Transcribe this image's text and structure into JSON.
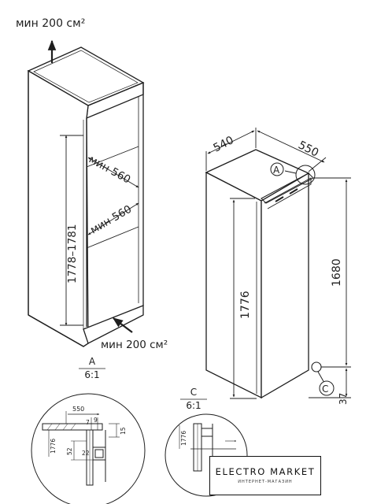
{
  "labels": {
    "top_air": "мин 200 см²",
    "bottom_air": "мин 200 см²",
    "niche_height": "1778–1781",
    "min_depth_1": "мин 560",
    "min_depth_2": "мин 560",
    "width": "540",
    "depth": "550",
    "height": "1776",
    "door_height": "1680",
    "bottom_offset": "37",
    "callout_a": "A",
    "callout_c": "C"
  },
  "detail_a": {
    "title": "A",
    "scale": "6:1",
    "dim_550": "550",
    "dim_7": "7",
    "dim_9": "9",
    "dim_15": "15",
    "dim_1776": "1776",
    "dim_52": "52",
    "dim_22": "22"
  },
  "detail_c": {
    "title": "C",
    "scale": "6:1",
    "dim_1776": "1776"
  },
  "logo": {
    "brand": "ELECTRO MARKET",
    "tagline": "ИНТЕРНЕТ-МАГАЗИН"
  }
}
